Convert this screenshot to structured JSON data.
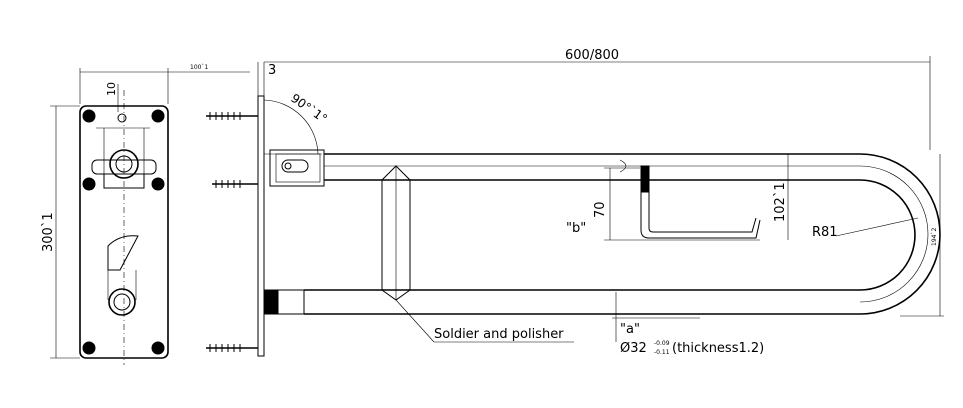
{
  "dimensions": {
    "overall_length": "600/800",
    "top_plate_width": "100`1",
    "wall_offset": "3",
    "rotation_angle": "90°`1°",
    "hole_offset": "10",
    "plate_height": "300`1",
    "inner_height": "70",
    "rail_spacing": "102`1",
    "bend_radius": "R81",
    "outer_height": "194`2",
    "diameter_main": "Ø32",
    "tolerance_upper": "-0.09",
    "tolerance_lower": "-0.11",
    "thickness": "(thickness1.2)"
  },
  "labels": {
    "ref_a": "\"a\"",
    "ref_b": "\"b\"",
    "weld_note": "Soldier and polisher"
  }
}
